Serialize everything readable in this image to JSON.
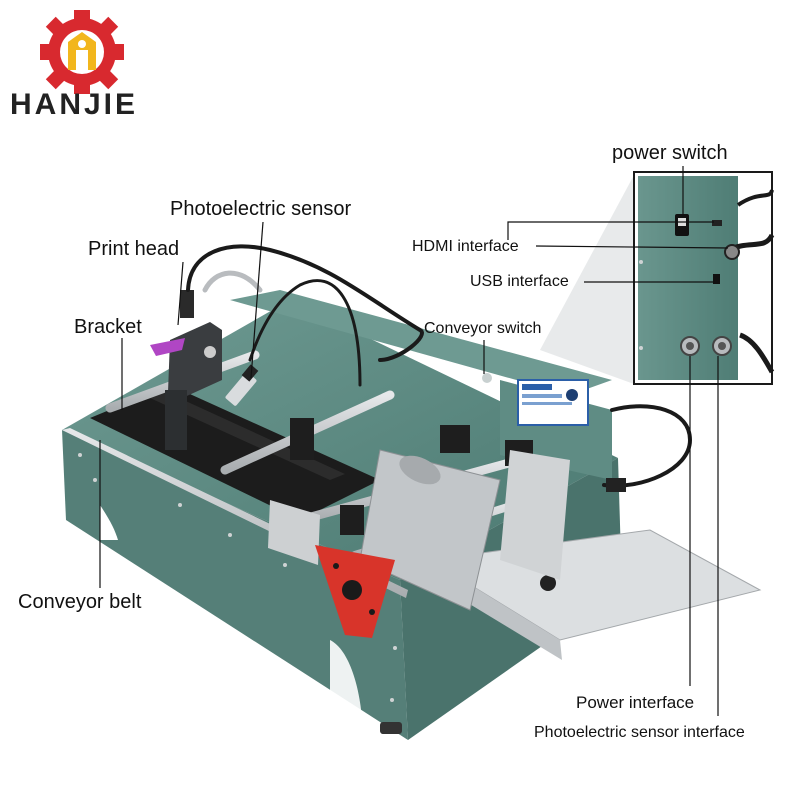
{
  "brand": {
    "name": "HANJIE",
    "accent": "#d8292f",
    "gold": "#f2b61c"
  },
  "labels": {
    "photoelectric_sensor": "Photoelectric sensor",
    "print_head": "Print head",
    "bracket": "Bracket",
    "conveyor_belt": "Conveyor belt",
    "conveyor_switch": "Conveyor switch",
    "power_switch": "power switch",
    "hdmi_interface": "HDMI interface",
    "usb_interface": "USB interface",
    "power_interface": "Power interface",
    "photoelectric_sensor_interface": "Photoelectric sensor interface"
  },
  "colors": {
    "machine_body": "#5c8a82",
    "belt": "#1c1c1c",
    "steel": "#c9ccce",
    "cable": "#1a1a1a",
    "bracket_red": "#d8342a",
    "panel": "#5f8c84"
  }
}
